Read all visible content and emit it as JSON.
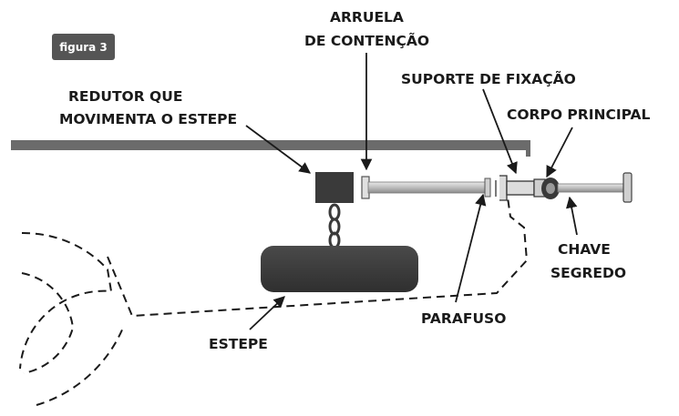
{
  "badge": "figura 3",
  "labels": {
    "arruela_1": "ARRUELA",
    "arruela_2": "DE CONTENÇÃO",
    "suporte": "SUPORTE DE FIXAÇÃO",
    "redutor_1": "REDUTOR QUE",
    "redutor_2": "MOVIMENTA O ESTEPE",
    "corpo": "CORPO PRINCIPAL",
    "chave_1": "CHAVE",
    "chave_2": "SEGREDO",
    "parafuso": "PARAFUSO",
    "estepe": "ESTEPE"
  },
  "colors": {
    "beam": "#6b6b6b",
    "dark": "#3a3a3a",
    "badge": "#555555",
    "rod": "#bfbfbf",
    "text": "#1a1a1a"
  }
}
